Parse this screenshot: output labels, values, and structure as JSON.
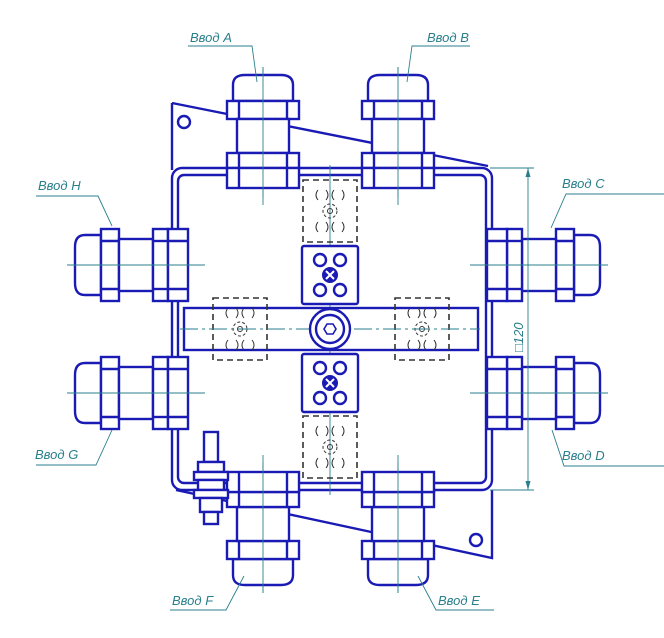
{
  "labels": {
    "entry_a": "Ввод A",
    "entry_b": "Ввод B",
    "entry_c": "Ввод C",
    "entry_d": "Ввод D",
    "entry_e": "Ввод E",
    "entry_f": "Ввод F",
    "entry_g": "Ввод G",
    "entry_h": "Ввод H"
  },
  "dimension": "□120",
  "colors": {
    "outline": "#1a1ab4",
    "annotation": "#2a7f8c"
  }
}
